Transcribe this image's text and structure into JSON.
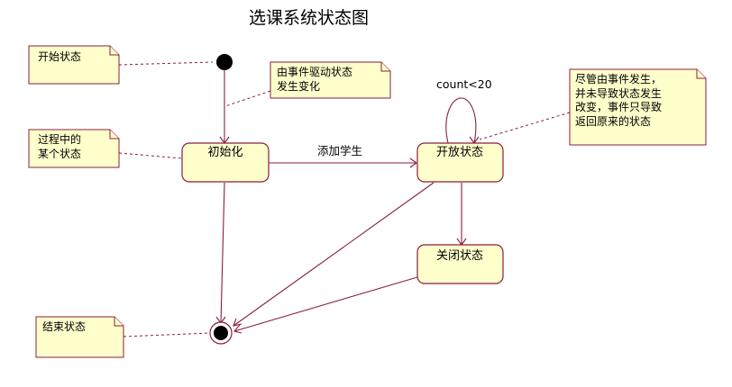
{
  "title": "选课系统状态图",
  "colors": {
    "note_fill": "#ffffcc",
    "state_fill": "#ffffcc",
    "line": "#8a1f3a",
    "pseudostate": "#000000"
  },
  "notes": {
    "start": {
      "lines": [
        "开始状态"
      ]
    },
    "event": {
      "lines": [
        "由事件驱动状态",
        "发生变化"
      ]
    },
    "process": {
      "lines": [
        "过程中的",
        "某个状态"
      ]
    },
    "unchanged": {
      "lines": [
        "尽管由事件发生，",
        "并未导致状态发生",
        "改变，事件只导致",
        "返回原来的状态"
      ]
    },
    "end": {
      "lines": [
        "结束状态"
      ]
    }
  },
  "states": {
    "initialized": "初始化",
    "open": "开放状态",
    "closed": "关闭状态"
  },
  "transitions": {
    "add_student": "添加学生",
    "self_loop": "count<20"
  }
}
